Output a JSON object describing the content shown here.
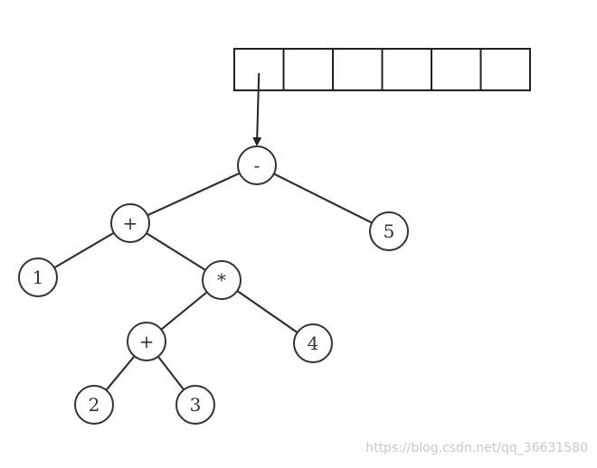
{
  "array": {
    "cell_count": 6
  },
  "tree": {
    "nodes": [
      {
        "id": "root",
        "label": "-"
      },
      {
        "id": "plus_top",
        "label": "+"
      },
      {
        "id": "five",
        "label": "5"
      },
      {
        "id": "one",
        "label": "1"
      },
      {
        "id": "star",
        "label": "*"
      },
      {
        "id": "plus_low",
        "label": "+"
      },
      {
        "id": "four",
        "label": "4"
      },
      {
        "id": "two",
        "label": "2"
      },
      {
        "id": "three",
        "label": "3"
      }
    ],
    "edges": [
      [
        "root",
        "plus_top"
      ],
      [
        "root",
        "five"
      ],
      [
        "plus_top",
        "one"
      ],
      [
        "plus_top",
        "star"
      ],
      [
        "star",
        "plus_low"
      ],
      [
        "star",
        "four"
      ],
      [
        "plus_low",
        "two"
      ],
      [
        "plus_low",
        "three"
      ]
    ],
    "pointer": {
      "from_cell": 0,
      "to_node": "root"
    }
  },
  "watermark": "https://blog.csdn.net/qq_36631580"
}
